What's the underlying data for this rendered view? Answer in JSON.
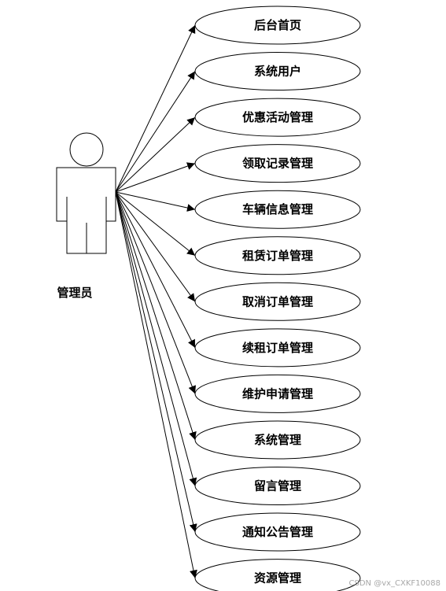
{
  "actor": {
    "label": "管理员"
  },
  "use_cases": [
    {
      "label": "后台首页"
    },
    {
      "label": "系统用户"
    },
    {
      "label": "优惠活动管理"
    },
    {
      "label": "领取记录管理"
    },
    {
      "label": "车辆信息管理"
    },
    {
      "label": "租赁订单管理"
    },
    {
      "label": "取消订单管理"
    },
    {
      "label": "续租订单管理"
    },
    {
      "label": "维护申请管理"
    },
    {
      "label": "系统管理"
    },
    {
      "label": "留言管理"
    },
    {
      "label": "通知公告管理"
    },
    {
      "label": "资源管理"
    }
  ],
  "watermark": "CSDN @vx_CXKF10088"
}
